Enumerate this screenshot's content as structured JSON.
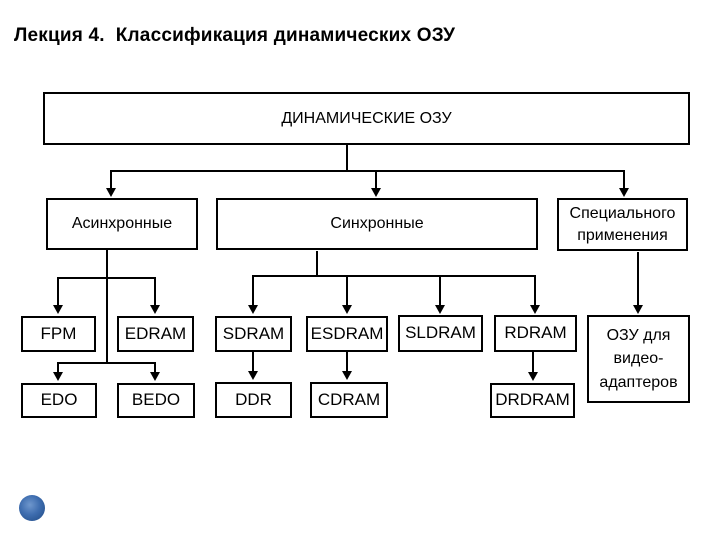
{
  "slide": {
    "title": "Лекция 4.  Классификация динамических ОЗУ"
  },
  "diagram": {
    "root": {
      "label": "ДИНАМИЧЕСКИЕ ОЗУ"
    },
    "branches": {
      "async": {
        "label": "Асинхронные"
      },
      "sync": {
        "label": "Синхронные"
      },
      "special": {
        "label": "Специального применения"
      }
    },
    "leaves": {
      "fpm": {
        "label": "FPM"
      },
      "edram": {
        "label": "EDRAM"
      },
      "edo": {
        "label": "EDO"
      },
      "bedo": {
        "label": "BEDO"
      },
      "sdram": {
        "label": "SDRAM"
      },
      "esdram": {
        "label": "ESDRAM"
      },
      "sldram": {
        "label": "SLDRAM"
      },
      "rdram": {
        "label": "RDRAM"
      },
      "ddr": {
        "label": "DDR"
      },
      "cdram": {
        "label": "CDRAM"
      },
      "drdram": {
        "label": "DRDRAM"
      },
      "video": {
        "label": "ОЗУ для видео-адаптеров"
      }
    },
    "colors": {
      "line": "#000000",
      "bullet": "#2d5c9d"
    }
  }
}
